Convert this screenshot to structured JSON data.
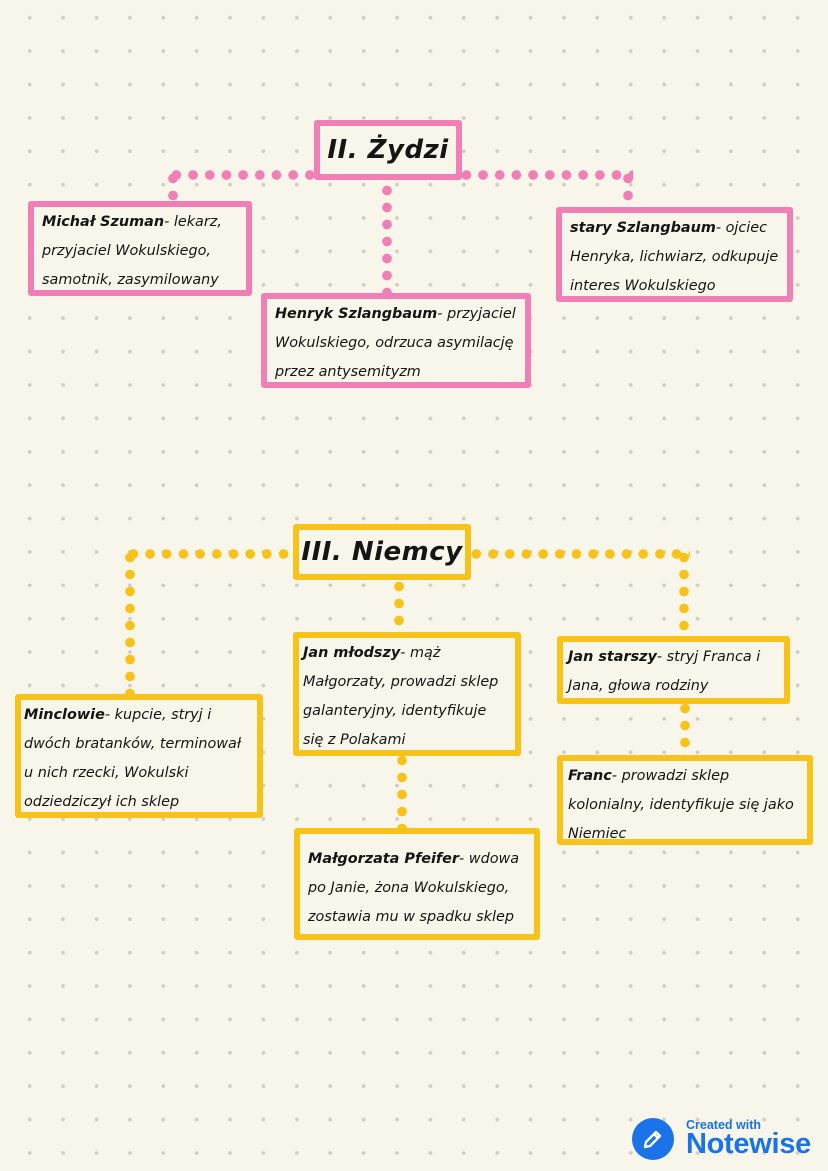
{
  "sections": {
    "zydzi": {
      "title": "II. Żydzi",
      "color": "#f07fb5",
      "nodes": [
        {
          "name": "Michał Szuman",
          "line1_rest": "- lekarz,",
          "line2": "przyjaciel Wokulskiego,",
          "line3": "samotnik, zasymilowany"
        },
        {
          "name": "Henryk Szlangbaum",
          "line1_rest": "- przyjaciel",
          "line2": "Wokulskiego, odrzuca asymilację",
          "line3": "przez antysemityzm"
        },
        {
          "name": "stary Szlangbaum",
          "line1_rest": "- ojciec",
          "line2": "Henryka, lichwiarz, odkupuje",
          "line3": "interes Wokulskiego"
        }
      ]
    },
    "niemcy": {
      "title": "III. Niemcy",
      "color": "#f7c31a",
      "nodes": [
        {
          "name": "Minclowie",
          "line1_rest": "- kupcie, stryj i",
          "line2": "dwóch bratanków, terminował",
          "line3": "u nich rzecki, Wokulski",
          "line4": "odziedziczył ich sklep"
        },
        {
          "name": "Jan młodszy",
          "line1_rest": "- mąż",
          "line2": "Małgorzaty, prowadzi sklep",
          "line3": "galanteryjny, identyfikuje",
          "line4": "się z Polakami"
        },
        {
          "name": "Jan starszy",
          "line1_rest": "- stryj Franca i",
          "line2": "Jana, głowa rodziny"
        },
        {
          "name": "Franc",
          "line1_rest": "- prowadzi sklep",
          "line2": "kolonialny, identyfikuje się jako",
          "line3": "Niemiec"
        },
        {
          "name": "Małgorzata Pfeifer",
          "line1_rest": "- wdowa",
          "line2": "po Janie, żona Wokulskiego,",
          "line3": "zostawia mu w spadku sklep"
        }
      ]
    }
  },
  "branding": {
    "small": "Created with",
    "big": "Notewise",
    "icon": "pencil-icon",
    "color": "#1a73e8"
  }
}
